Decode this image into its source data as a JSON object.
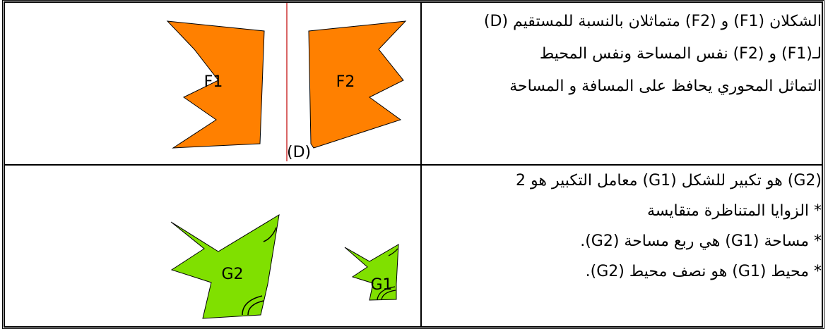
{
  "rows": [
    {
      "lines": [
        "الشكلان (F1) و (F2) متماثلان بالنسبة للمستقيم (D)",
        "لـ(F1) و (F2)   نفس المساحة ونفس المحيط",
        "التماثل المحوري يحافظ على المسافة و المساحة"
      ],
      "figure": {
        "shape_a": "F1",
        "shape_b": "F2",
        "axis": "(D)"
      }
    },
    {
      "lines": [
        "(G2) هو تكبير للشكل (G1) معامل التكبير هو 2",
        "* الزوايا المتناظرة متقايسة",
        "* مساحة (G1) هي ربع مساحة (G2).",
        "* محيط  (G1) هو نصف محيط  (G2)."
      ],
      "figure": {
        "shape_a": "G2",
        "shape_b": "G1"
      }
    }
  ],
  "colors": {
    "orange_fill": "#ff8000",
    "green_fill": "#80e000",
    "axis_line": "#c00000"
  }
}
